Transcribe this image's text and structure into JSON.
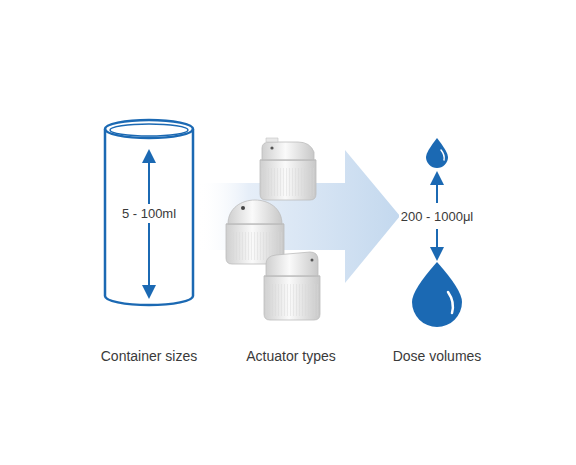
{
  "diagram": {
    "nodes": [
      {
        "text": [
          "5 - 100ml"
        ]
      }
    ],
    "labels": [
      "200 - 1000μl",
      "Container sizes",
      "Actuator types",
      "Dose volumes"
    ]
  }
}
